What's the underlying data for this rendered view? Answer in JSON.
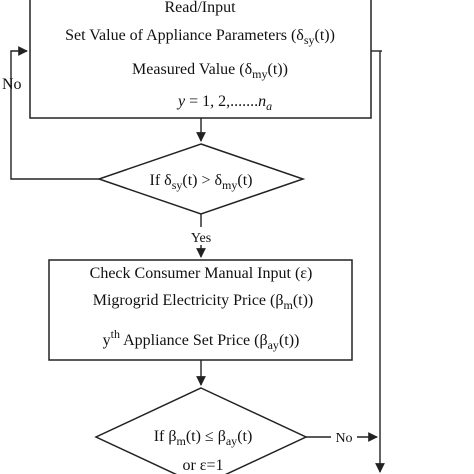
{
  "box_read": {
    "title": "Read/Input",
    "line1_prefix": "Set Value of Appliance Parameters (",
    "line1_greek": "δ",
    "line1_sub": "sy",
    "line1_suffix": "(t))",
    "line2_prefix": "Measured Value (",
    "line2_greek": "δ",
    "line2_sub": "my",
    "line2_suffix": "(t))",
    "line3_y": "y",
    "line3_eq": " = 1, 2,",
    "line3_dots": ".......",
    "line3_n": "n",
    "line3_sub": "a"
  },
  "decision1": {
    "prefix": "If ",
    "greek1": "δ",
    "sub1": "sy",
    "mid": "(t) > ",
    "greek2": "δ",
    "sub2": "my",
    "suffix": "(t)"
  },
  "box_check": {
    "line1": "Check Consumer Manual Input (ε)",
    "line2_prefix": "Migrogrid Electricity Price (",
    "line2_greek": "β",
    "line2_sub": "m",
    "line2_suffix": "(t))",
    "line3_y": "y",
    "line3_sup": "th",
    "line3_mid": " Appliance Set Price (",
    "line3_greek": "β",
    "line3_sub": "ay",
    "line3_suffix": "(t))"
  },
  "decision2": {
    "prefix": "If ",
    "greek1": "β",
    "sub1": "m",
    "mid": "(t) ≤ ",
    "greek2": "β",
    "sub2": "ay",
    "suffix": "(t)",
    "line2": "or ε=1"
  },
  "labels": {
    "no_left": "No",
    "yes": "Yes",
    "no_right": "No"
  }
}
